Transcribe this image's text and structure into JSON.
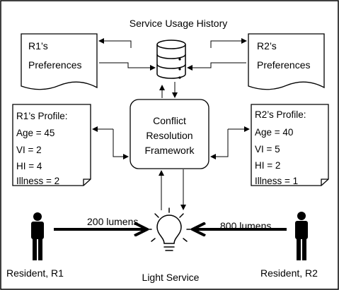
{
  "history": {
    "label": "Service Usage History"
  },
  "r1_preferences": {
    "line1": "R1’s",
    "line2": "Preferences"
  },
  "r2_preferences": {
    "line1": "R2’s",
    "line2": "Preferences"
  },
  "r1_profile": {
    "title": "R1’s Profile:",
    "rows": [
      "Age = 45",
      "VI = 2",
      "HI = 4",
      "Illness = 2"
    ]
  },
  "r2_profile": {
    "title": "R2’s Profile:",
    "rows": [
      "Age = 40",
      "VI = 5",
      "HI = 2",
      "Illness = 1"
    ]
  },
  "framework": {
    "lines": [
      "Conflict",
      "Resolution",
      "Framework"
    ]
  },
  "light_service": {
    "label": "Light Service"
  },
  "resident_r1": {
    "label": "Resident, R1",
    "request": "200 lumens"
  },
  "resident_r2": {
    "label": "Resident, R2",
    "request": "800 lumens"
  },
  "icons": {
    "database": "database-icon",
    "bulb": "light-bulb-icon",
    "person": "person-icon"
  }
}
